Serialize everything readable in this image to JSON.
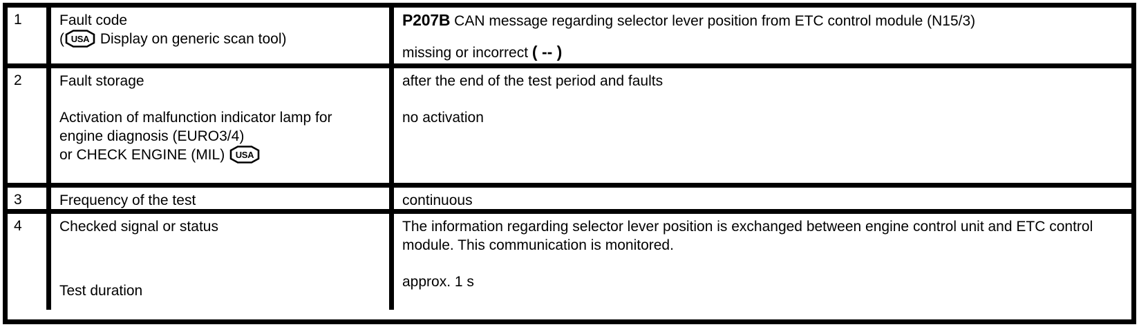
{
  "document": {
    "type": "diagnostic-fault-table",
    "badge_text": "USA",
    "colors": {
      "border": "#000000",
      "background": "#ffffff",
      "text": "#000000"
    }
  },
  "rows": [
    {
      "number": "1",
      "label_line_1": "Fault code",
      "label_line_2_prefix": "(",
      "label_line_2_suffix": " Display on generic scan tool)",
      "value_code": "P207B",
      "value_text_1": " CAN message regarding selector lever position from ETC control module (N15/3)",
      "value_text_2": "missing or incorrect ",
      "value_marker": "( -- )"
    },
    {
      "number": "2",
      "label_line_1": "Fault storage",
      "label_line_2": "Activation of malfunction indicator lamp for",
      "label_line_3": "engine diagnosis (EURO3/4)",
      "label_line_4": "or CHECK ENGINE (MIL) ",
      "value_line_1": "after the end of the test period and faults",
      "value_line_2": "no activation"
    },
    {
      "number": "3",
      "label_line_1": "Frequency of the test",
      "value_line_1": "continuous"
    },
    {
      "number": "4",
      "label_line_1": "Checked signal or status",
      "label_line_2": "Test duration",
      "value_line_1": "The information regarding selector lever position is exchanged between engine control unit and ETC control module. This communication is monitored.",
      "value_line_2": "approx. 1 s"
    }
  ]
}
